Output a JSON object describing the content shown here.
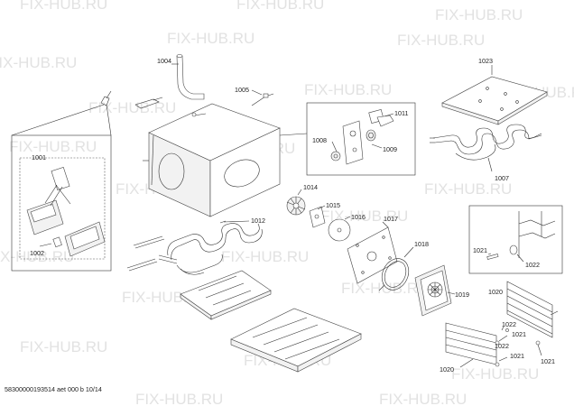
{
  "watermark": "FIX-HUB.RU",
  "footer": "58300000193514 aet 000 b 10/14",
  "part_labels": {
    "p1001": "1001",
    "p1002": "1002",
    "p1004": "1004",
    "p1005": "1005",
    "p1007": "1007",
    "p1008": "1008",
    "p1009": "1009",
    "p1011": "1011",
    "p1012": "1012",
    "p1014": "1014",
    "p1015": "1015",
    "p1016": "1016",
    "p1017": "1017",
    "p1018": "1018",
    "p1019": "1019",
    "p1020a": "1020",
    "p1020b": "1020",
    "p1021a": "1021",
    "p1021b": "1021",
    "p1021c": "1021",
    "p1021d": "1021",
    "p1022a": "1022",
    "p1022b": "1022",
    "p1022c": "1022",
    "p1023": "1023"
  }
}
